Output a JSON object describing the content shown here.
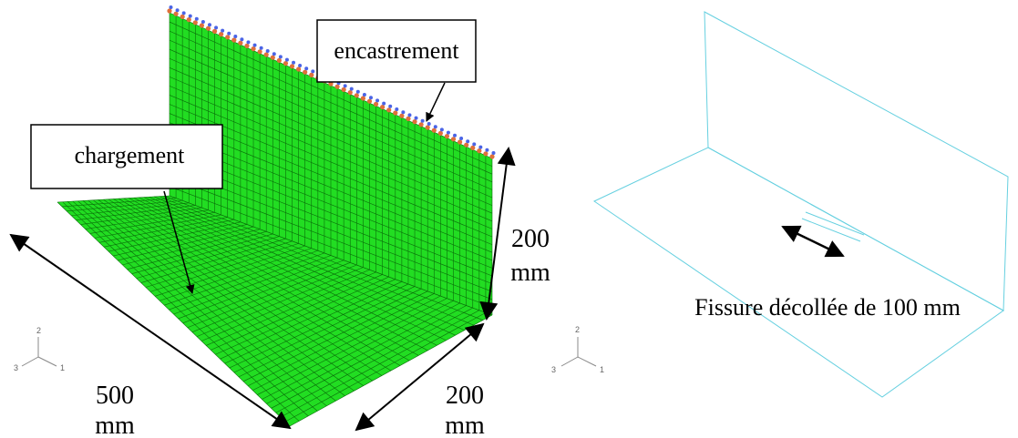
{
  "left_model": {
    "callouts": {
      "encastrement": "encastrement",
      "chargement": "chargement"
    },
    "dimensions": {
      "length_value": "500",
      "length_unit": "mm",
      "height_value": "200",
      "height_unit": "mm",
      "depth_value": "200",
      "depth_unit": "mm"
    },
    "triad": {
      "axis_1": "1",
      "axis_2": "2",
      "axis_3": "3"
    }
  },
  "right_model": {
    "crack_label": "Fissure décollée de 100 mm",
    "triad": {
      "axis_1": "1",
      "axis_2": "2",
      "axis_3": "3"
    }
  },
  "colors": {
    "mesh_fill": "#22dd22",
    "mesh_line": "#0a6e0a",
    "constraint_orange": "#e0703a",
    "constraint_blue": "#4a64e6",
    "outline_cyan": "#66d0e0",
    "triad_gray": "#888888",
    "arrow_black": "#000000"
  },
  "icons": [
    "triad-axes-icon",
    "double-arrow-icon",
    "callout-arrow-icon"
  ]
}
